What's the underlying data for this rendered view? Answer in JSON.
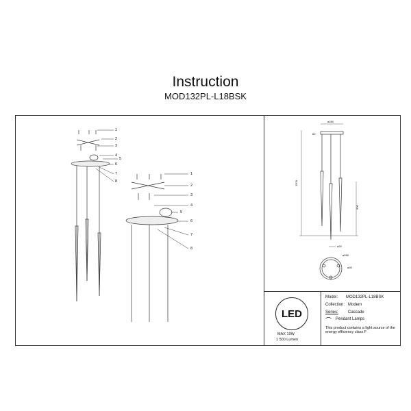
{
  "header": {
    "title": "Instruction",
    "model": "MOD132PL-L18BSK"
  },
  "parts_left": [
    "1",
    "2",
    "3",
    "4",
    "5",
    "6",
    "7",
    "8"
  ],
  "parts_right": [
    "1",
    "2",
    "3",
    "4",
    "5",
    "6",
    "7",
    "8"
  ],
  "dimensions": {
    "canopy_diameter": "⌀280",
    "canopy_height": "60",
    "total_height": "1500",
    "shade_length": "600",
    "shade_diameter": "⌀30",
    "plan_canopy": "⌀280",
    "plan_shade": "⌀30"
  },
  "led": {
    "logo": "LED",
    "power": "MAX 19W",
    "lumen": "1 500 Lumen"
  },
  "info": {
    "model_label": "Model:",
    "model": "MOD132PL-L18BSK",
    "collection_label": "Collection:",
    "collection": "Modern",
    "series_label": "Series:",
    "series": "Cascade",
    "type": "Pendant Lamps",
    "energy": "This product contains a light source of the energy efficiency class F"
  }
}
